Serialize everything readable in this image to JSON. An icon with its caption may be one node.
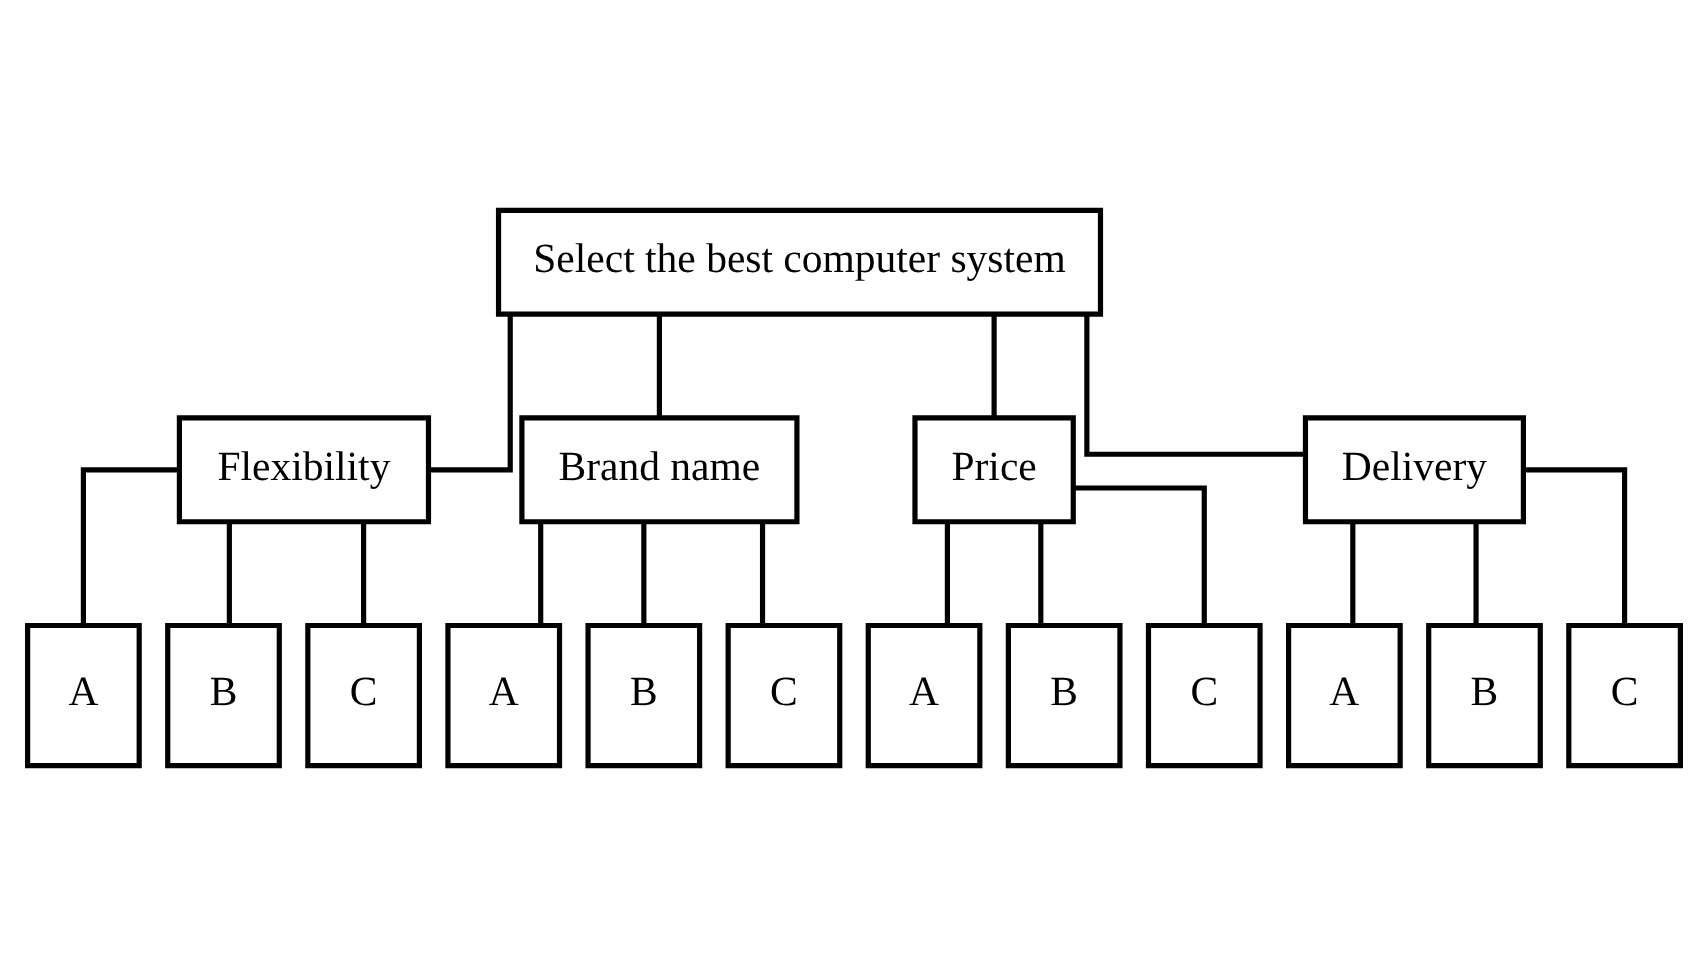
{
  "diagram": {
    "nodes": [
      {
        "text": [
          "Select the best computer system"
        ]
      },
      {
        "text": [
          "Flexibility"
        ]
      },
      {
        "text": [
          "Brand name"
        ]
      },
      {
        "text": [
          "Price"
        ]
      },
      {
        "text": [
          "Delivery"
        ]
      },
      {
        "text": [
          "A"
        ]
      },
      {
        "text": [
          "B"
        ]
      },
      {
        "text": [
          "C"
        ]
      },
      {
        "text": [
          "A"
        ]
      },
      {
        "text": [
          "B"
        ]
      },
      {
        "text": [
          "C"
        ]
      },
      {
        "text": [
          "A"
        ]
      },
      {
        "text": [
          "B"
        ]
      },
      {
        "text": [
          "C"
        ]
      },
      {
        "text": [
          "A"
        ]
      },
      {
        "text": [
          "B"
        ]
      },
      {
        "text": [
          "C"
        ]
      }
    ],
    "edges": [
      {
        "from": 0,
        "to": 1,
        "arrow": "none"
      },
      {
        "from": 0,
        "to": 2,
        "arrow": "none"
      },
      {
        "from": 0,
        "to": 3,
        "arrow": "none"
      },
      {
        "from": 0,
        "to": 4,
        "arrow": "none"
      },
      {
        "from": 1,
        "to": 5,
        "arrow": "none"
      },
      {
        "from": 1,
        "to": 6,
        "arrow": "none"
      },
      {
        "from": 1,
        "to": 7,
        "arrow": "none"
      },
      {
        "from": 2,
        "to": 8,
        "arrow": "none"
      },
      {
        "from": 2,
        "to": 9,
        "arrow": "none"
      },
      {
        "from": 2,
        "to": 10,
        "arrow": "none"
      },
      {
        "from": 3,
        "to": 11,
        "arrow": "none"
      },
      {
        "from": 3,
        "to": 12,
        "arrow": "none"
      },
      {
        "from": 3,
        "to": 13,
        "arrow": "none"
      },
      {
        "from": 4,
        "to": 14,
        "arrow": "none"
      },
      {
        "from": 4,
        "to": 15,
        "arrow": "none"
      },
      {
        "from": 4,
        "to": 16,
        "arrow": "none"
      }
    ]
  }
}
